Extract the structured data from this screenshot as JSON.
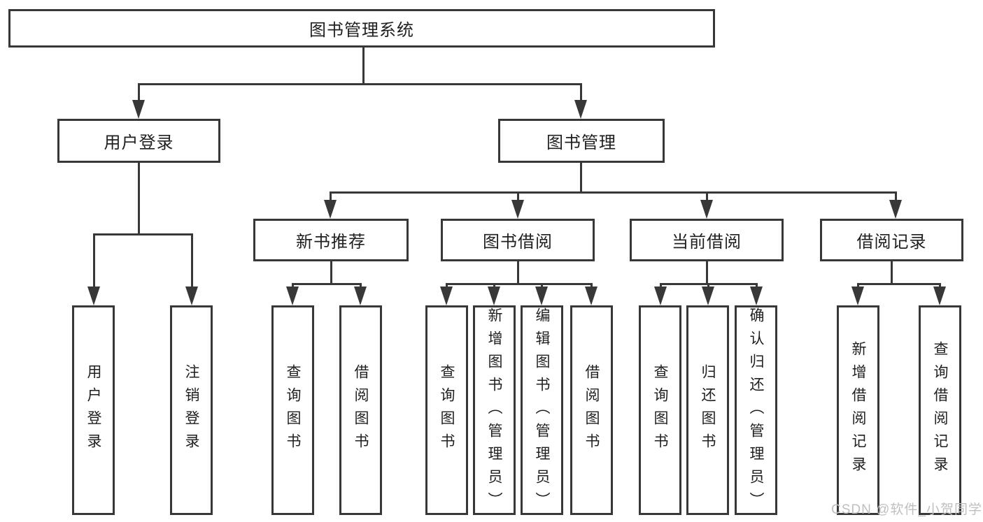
{
  "tree": {
    "root": {
      "label": "图书管理系统"
    },
    "children": [
      {
        "label": "用户登录",
        "children": [
          {
            "label": "用户登录"
          },
          {
            "label": "注销登录"
          }
        ]
      },
      {
        "label": "图书管理",
        "children": [
          {
            "label": "新书推荐",
            "children": [
              {
                "label": "查询图书"
              },
              {
                "label": "借阅图书"
              }
            ]
          },
          {
            "label": "图书借阅",
            "children": [
              {
                "label": "查询图书"
              },
              {
                "label": "新增图书（管理员）"
              },
              {
                "label": "编辑图书（管理员）"
              },
              {
                "label": "借阅图书"
              }
            ]
          },
          {
            "label": "当前借阅",
            "children": [
              {
                "label": "查询图书"
              },
              {
                "label": "归还图书"
              },
              {
                "label": "确认归还（管理员）"
              }
            ]
          },
          {
            "label": "借阅记录",
            "children": [
              {
                "label": "新增借阅记录"
              },
              {
                "label": "查询借阅记录"
              }
            ]
          }
        ]
      }
    ]
  },
  "watermark": {
    "text": "CSDN @软件_小贺同学"
  },
  "colors": {
    "line": "#383838",
    "text": "#1f1f1f",
    "watermark": "#bfbfbf",
    "background": "#ffffff"
  }
}
